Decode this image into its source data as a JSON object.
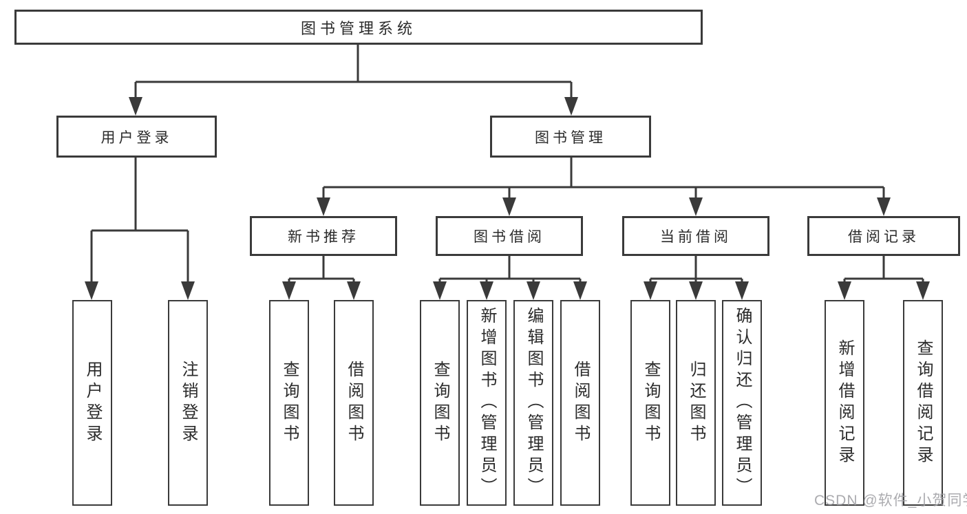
{
  "diagram": {
    "title": "图书管理系统",
    "root": {
      "label": "图书管理系统"
    },
    "level2": [
      {
        "label": "用户登录"
      },
      {
        "label": "图书管理"
      }
    ],
    "level3": [
      {
        "label": "新书推荐"
      },
      {
        "label": "图书借阅"
      },
      {
        "label": "当前借阅"
      },
      {
        "label": "借阅记录"
      }
    ],
    "leaves": {
      "user_login": [
        "用户登录",
        "注销登录"
      ],
      "new_book": [
        "查询图书",
        "借阅图书"
      ],
      "book_borrow": [
        "查询图书",
        "新增图书（管理员）",
        "编辑图书（管理员）",
        "借阅图书"
      ],
      "current_borrow": [
        "查询图书",
        "归还图书",
        "确认归还（管理员）"
      ],
      "borrow_record": [
        "新增借阅记录",
        "查询借阅记录"
      ]
    }
  },
  "watermark": "CSDN @软件_小贺同学",
  "colors": {
    "background": "#ffffff",
    "line": "#3a3a3a",
    "text": "#2b2b2b",
    "watermark": "#a0a0a4"
  }
}
